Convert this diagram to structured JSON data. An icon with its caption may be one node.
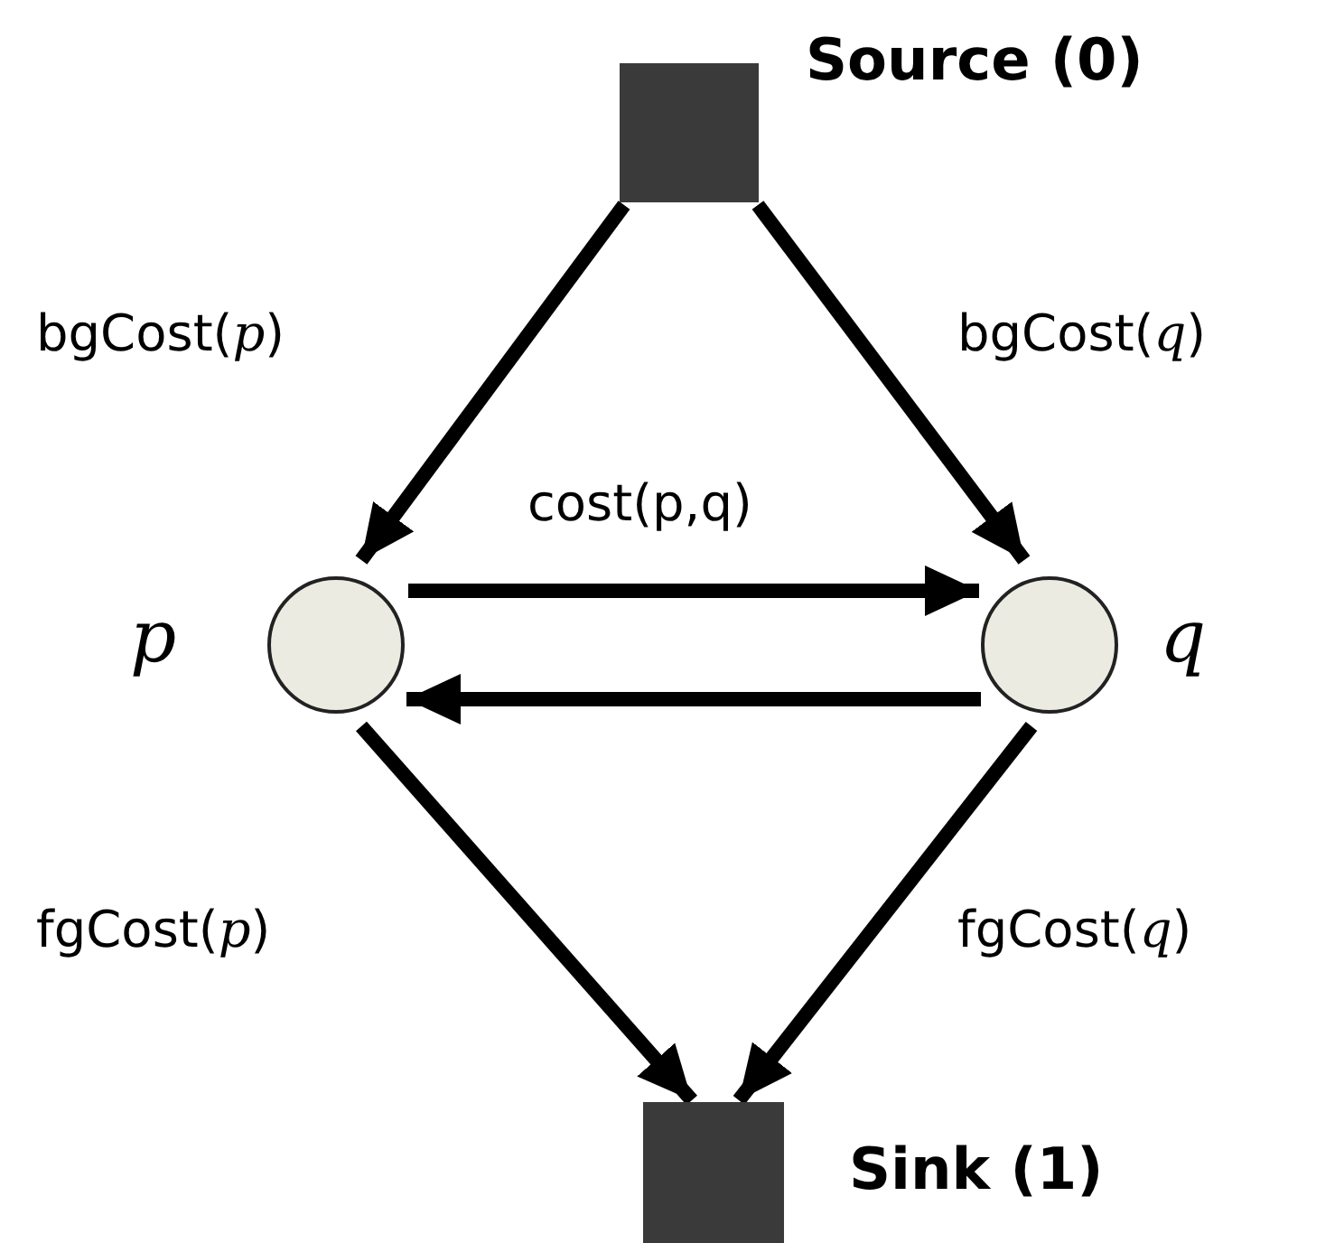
{
  "diagram": {
    "nodes": [
      {
        "text": [
          "Source (0)"
        ]
      },
      {
        "text": [
          "p"
        ]
      },
      {
        "text": [
          "q"
        ]
      },
      {
        "text": [
          "Sink (1)"
        ]
      }
    ],
    "edges": [
      {
        "from": 0,
        "to": 1,
        "arrow": "to",
        "label": "bgCost(*p*)"
      },
      {
        "from": 0,
        "to": 2,
        "arrow": "to",
        "label": "bgCost(*q*)"
      },
      {
        "from": 1,
        "to": 2,
        "arrow": "to",
        "label": "cost(p,q)"
      },
      {
        "from": 2,
        "to": 1,
        "arrow": "to"
      },
      {
        "from": 1,
        "to": 3,
        "arrow": "to",
        "label": "fgCost(*p*)"
      },
      {
        "from": 2,
        "to": 3,
        "arrow": "to",
        "label": "fgCost(*q*)"
      }
    ]
  }
}
